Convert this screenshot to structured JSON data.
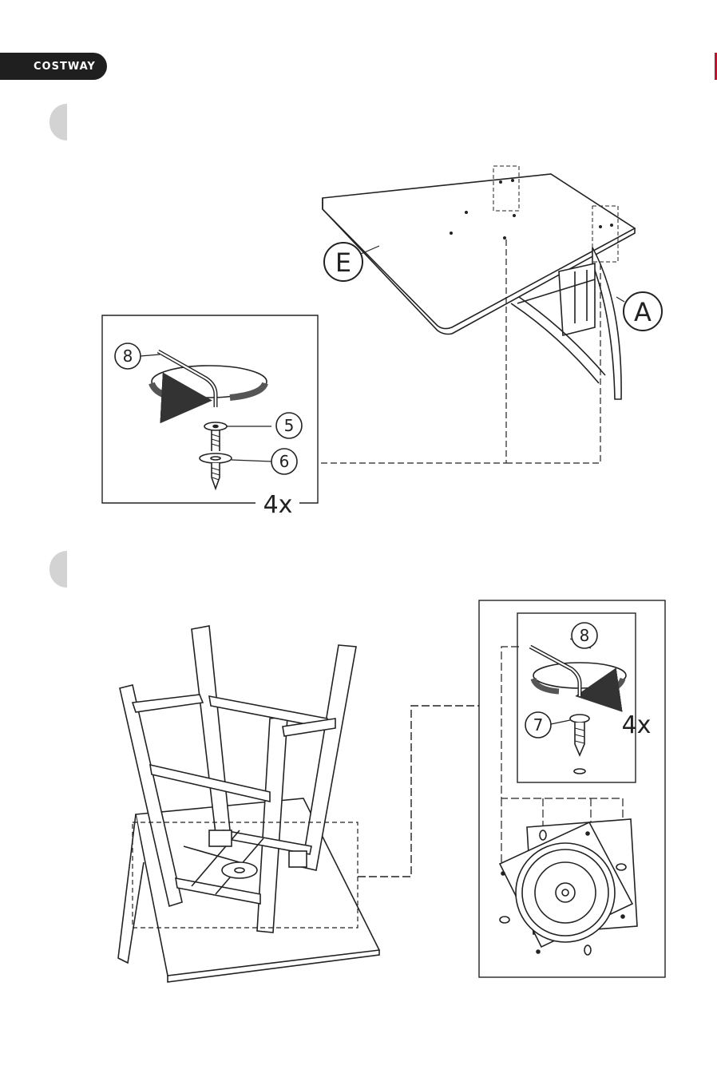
{
  "header": {
    "brand": "COSTWAY",
    "accent_color": "#c8102e"
  },
  "step1": {
    "parts": {
      "seat": "E",
      "frame": "A"
    },
    "detail": {
      "tool": "8",
      "bolt": "5",
      "washer": "6",
      "quantity": "4x"
    }
  },
  "step2": {
    "detail": {
      "tool": "8",
      "screw": "7",
      "quantity": "4x"
    }
  },
  "icons": {
    "hex_key": "allen-wrench-icon",
    "rotation": "clockwise-rotation-icon"
  }
}
